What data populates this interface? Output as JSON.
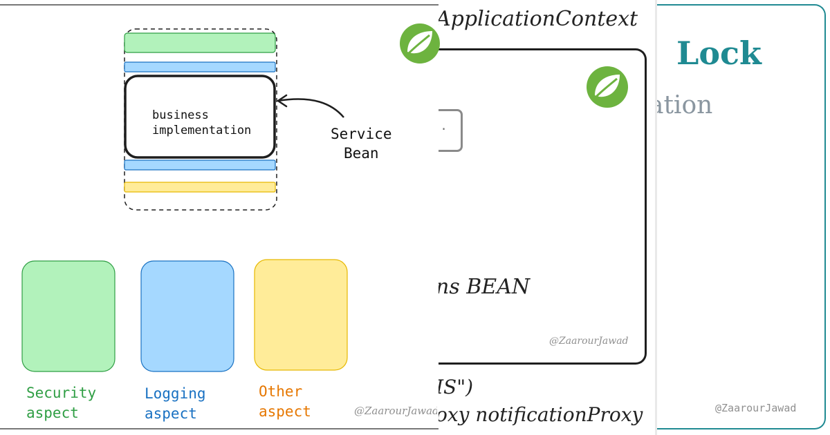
{
  "colors": {
    "security_fill": "#b2f2bb",
    "security_stroke": "#2f9e44",
    "logging_fill": "#a5d8ff",
    "logging_stroke": "#1971c2",
    "other_fill": "#ffec99",
    "other_stroke": "#e67700",
    "teal": "#1f8a92",
    "spring_green": "#6db33f"
  },
  "front_card": {
    "bean_text": [
      "business",
      "implementation"
    ],
    "service_label": [
      "Service",
      "Bean"
    ],
    "legend": [
      {
        "line1": "Security",
        "line2": "aspect"
      },
      {
        "line1": "Logging",
        "line2": "aspect"
      },
      {
        "line1": "Other",
        "line2": "aspect"
      }
    ],
    "credit": "@ZaarourJawad",
    "logo_icon": "spring-leaf-icon"
  },
  "middle_card": {
    "title": "ApplicationContext",
    "beans_text": "ns BEAN",
    "credit": "@ZaarourJawad",
    "bottom_line1": "IS\")",
    "bottom_line2": "oxy notificationProxy",
    "logo_icon": "spring-leaf-icon"
  },
  "back_card": {
    "title": "Lock",
    "subtitle": "ation",
    "credit": "@ZaarourJawad"
  }
}
